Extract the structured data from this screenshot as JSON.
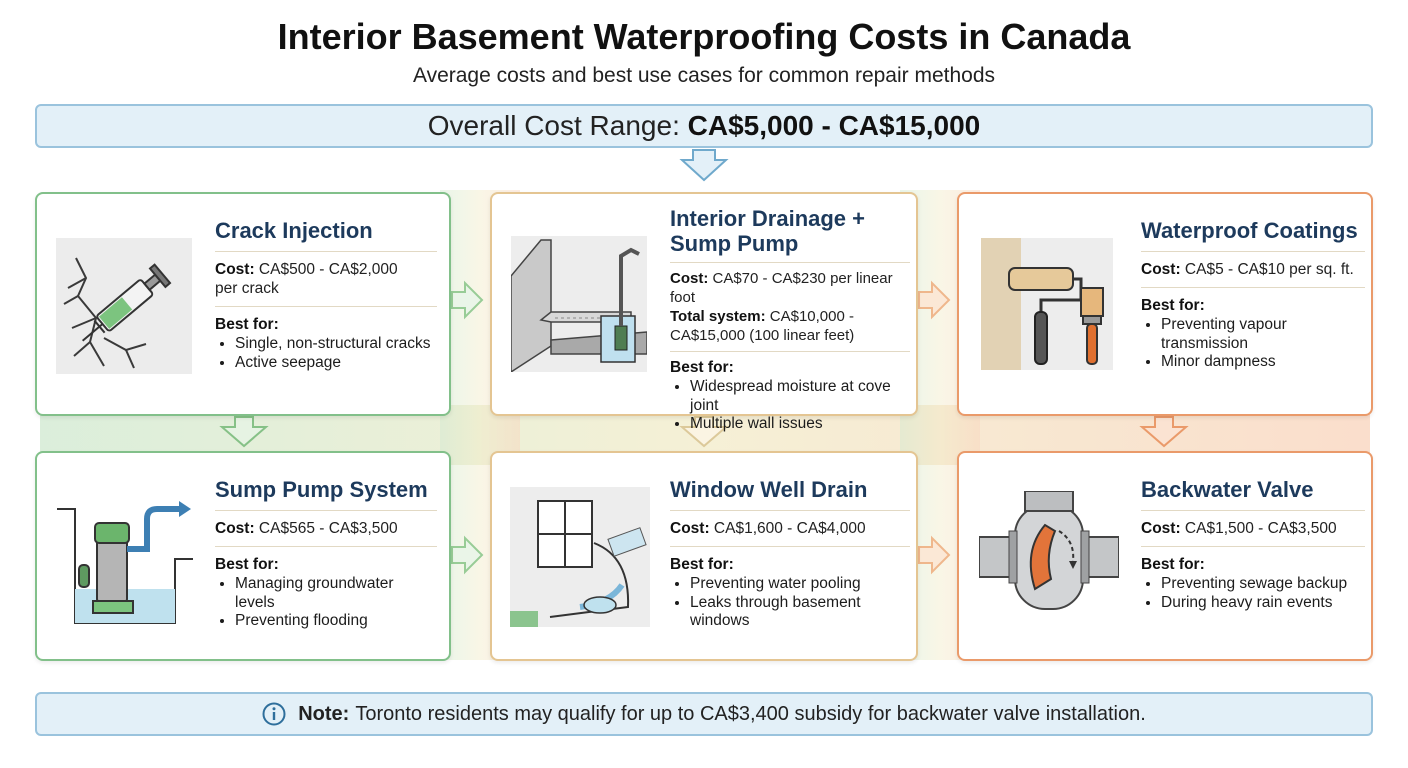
{
  "header": {
    "title": "Interior Basement Waterproofing Costs in Canada",
    "subtitle": "Average costs and best use cases for common repair methods"
  },
  "overall": {
    "label": "Overall Cost Range:",
    "value": "CA$5,000 - CA$15,000"
  },
  "best_for_label": "Best for:",
  "cost_label": "Cost:",
  "cards": [
    {
      "title": "Crack Injection",
      "cost": "CA$500 - CA$2,000",
      "cost_line2": "per crack",
      "best_for": [
        "Single, non-structural cracks",
        "Active seepage"
      ],
      "icon": "syringe-crack-icon",
      "color": "#82c08a"
    },
    {
      "title_line1": "Interior Drainage +",
      "title_line2": "Sump Pump",
      "cost": "CA$70 - CA$230 per linear foot",
      "total_label": "Total system:",
      "total_value": "CA$10,000 -",
      "total_line2": "CA$15,000 (100 linear feet)",
      "best_for": [
        "Widespread moisture at cove",
        "joint",
        "Multiple wall issues"
      ],
      "icon": "drainage-pipe-icon",
      "color": "#e4c592"
    },
    {
      "title": "Waterproof Coatings",
      "cost": "CA$5 - CA$10 per sq. ft.",
      "best_for": [
        "Preventing vapour",
        "transmission",
        "Minor dampness"
      ],
      "icon": "paint-roller-brush-icon",
      "color": "#ea9a6a"
    },
    {
      "title": "Sump Pump System",
      "cost": "CA$565 - CA$3,500",
      "best_for": [
        "Managing groundwater",
        "levels",
        "Preventing flooding"
      ],
      "icon": "sump-pump-icon",
      "color": "#82c08a"
    },
    {
      "title": "Window Well Drain",
      "cost": "CA$1,600 - CA$4,000",
      "best_for": [
        "Preventing water pooling",
        "Leaks through basement",
        "windows"
      ],
      "icon": "window-well-icon",
      "color": "#e4c592"
    },
    {
      "title": "Backwater Valve",
      "cost": "CA$1,500 - CA$3,500",
      "best_for": [
        "Preventing sewage backup",
        "During heavy rain events"
      ],
      "icon": "backwater-valve-icon",
      "color": "#ea9a6a"
    }
  ],
  "note": {
    "label": "Note:",
    "text": "Toronto residents may qualify for up to CA$3,400 subsidy for backwater valve installation."
  },
  "colors": {
    "banner_bg": "#e3f0f8",
    "banner_border": "#9ac3dd",
    "heading": "#1d3a5c",
    "green": "#82c08a",
    "yellow": "#e4c592",
    "orange": "#ea9a6a"
  }
}
